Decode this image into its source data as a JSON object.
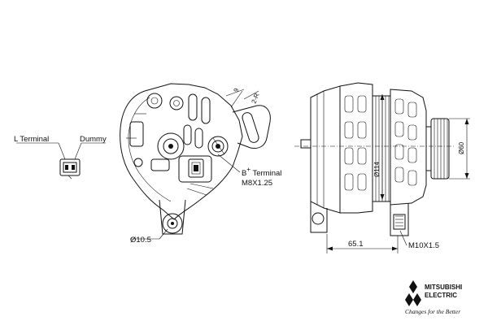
{
  "labels": {
    "l_terminal": "L Terminal",
    "dummy": "Dummy",
    "b_terminal_b": "B",
    "b_terminal_plus": "+",
    "b_terminal_rest": " Terminal",
    "b_thread": "M8X1.25",
    "hole_dia": "Ø10.5",
    "dim_9": "9",
    "dim_2r": "2-R",
    "dim_114": "Ø114",
    "dim_60": "Ø60",
    "dim_651": "65.1",
    "dim_m10": "M10X1.5"
  },
  "brand": {
    "name_line1": "MITSUBISHI",
    "name_line2": "ELECTRIC",
    "tagline": "Changes for the Better",
    "logo_color": "#000000"
  }
}
